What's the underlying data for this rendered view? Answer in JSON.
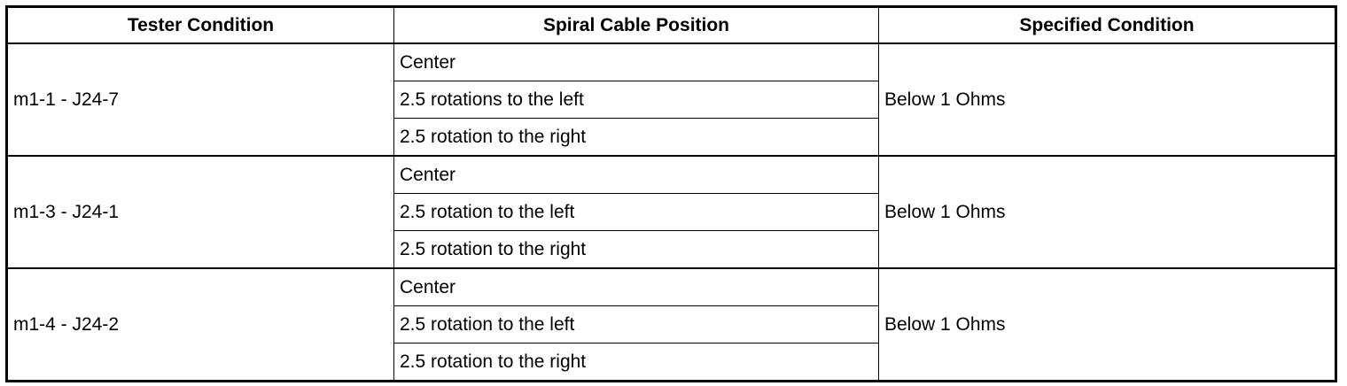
{
  "table": {
    "headers": [
      "Tester Condition",
      "Spiral Cable Position",
      "Specified Condition"
    ],
    "groups": [
      {
        "tester": "m1-1 - J24-7",
        "positions": [
          "Center",
          "2.5 rotations to the left",
          "2.5 rotation to the right"
        ],
        "specified": "Below 1 Ohms"
      },
      {
        "tester": "m1-3 - J24-1",
        "positions": [
          "Center",
          "2.5 rotation to the left",
          "2.5 rotation to the right"
        ],
        "specified": "Below 1 Ohms"
      },
      {
        "tester": "m1-4 - J24-2",
        "positions": [
          "Center",
          "2.5 rotation to the left",
          "2.5 rotation to the right"
        ],
        "specified": "Below 1 Ohms"
      }
    ]
  }
}
